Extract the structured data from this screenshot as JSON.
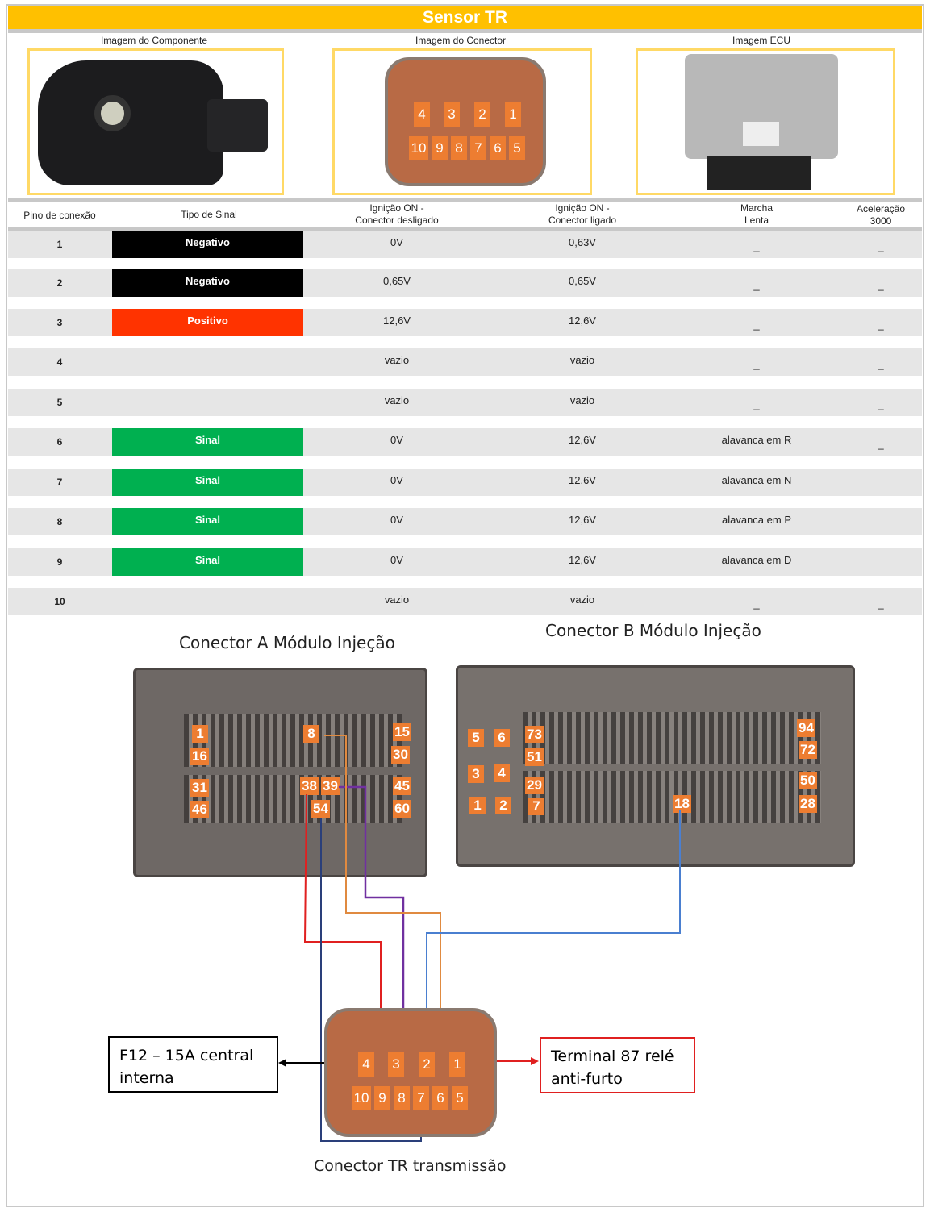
{
  "title": "Sensor TR",
  "images": {
    "component": "Imagem do Componente",
    "connector": "Imagem do Conector",
    "ecu": "Imagem ECU"
  },
  "connector_pins_top": [
    "4",
    "3",
    "2",
    "1"
  ],
  "connector_pins_bottom": [
    "10",
    "9",
    "8",
    "7",
    "6",
    "5"
  ],
  "table": {
    "headers": [
      "Pino de conexão",
      "Tipo de Sinal",
      "Ignição ON -\nConector desligado",
      "Ignição ON -\nConector ligado",
      "Marcha\nLenta",
      "Aceleração\n3000"
    ],
    "rows": [
      {
        "pin": "1",
        "tipo": "Negativo",
        "color": "#000000",
        "c3": "0V",
        "c4": "0,63V",
        "c5": "_",
        "c6": "_"
      },
      {
        "pin": "2",
        "tipo": "Negativo",
        "color": "#000000",
        "c3": "0,65V",
        "c4": "0,65V",
        "c5": "_",
        "c6": "_"
      },
      {
        "pin": "3",
        "tipo": "Positivo",
        "color": "#ff3300",
        "c3": "12,6V",
        "c4": "12,6V",
        "c5": "_",
        "c6": "_"
      },
      {
        "pin": "4",
        "tipo": "",
        "color": "",
        "c3": "vazio",
        "c4": "vazio",
        "c5": "_",
        "c6": "_"
      },
      {
        "pin": "5",
        "tipo": "",
        "color": "",
        "c3": "vazio",
        "c4": "vazio",
        "c5": "_",
        "c6": "_"
      },
      {
        "pin": "6",
        "tipo": "Sinal",
        "color": "#00b050",
        "c3": "0V",
        "c4": "12,6V",
        "c5": "alavanca em R",
        "c6": "_"
      },
      {
        "pin": "7",
        "tipo": "Sinal",
        "color": "#00b050",
        "c3": "0V",
        "c4": "12,6V",
        "c5": "alavanca em N",
        "c6": ""
      },
      {
        "pin": "8",
        "tipo": "Sinal",
        "color": "#00b050",
        "c3": "0V",
        "c4": "12,6V",
        "c5": "alavanca em P",
        "c6": ""
      },
      {
        "pin": "9",
        "tipo": "Sinal",
        "color": "#00b050",
        "c3": "0V",
        "c4": "12,6V",
        "c5": "alavanca em D",
        "c6": ""
      },
      {
        "pin": "10",
        "tipo": "",
        "color": "",
        "c3": "vazio",
        "c4": "vazio",
        "c5": "_",
        "c6": "_"
      }
    ]
  },
  "diagram": {
    "conn_a_title": "Conector A Módulo Injeção",
    "conn_b_title": "Conector B Módulo Injeção",
    "conn_a_pins": [
      "1",
      "8",
      "15",
      "16",
      "30",
      "31",
      "38",
      "39",
      "45",
      "46",
      "54",
      "60"
    ],
    "conn_b_pins": [
      "5",
      "6",
      "73",
      "94",
      "51",
      "72",
      "3",
      "4",
      "29",
      "50",
      "1",
      "2",
      "7",
      "18",
      "28"
    ],
    "tr_title": "Conector TR transmissão",
    "fuse_box": "F12 – 15A central interna",
    "relay_box": "Terminal 87 relé anti-furto"
  }
}
